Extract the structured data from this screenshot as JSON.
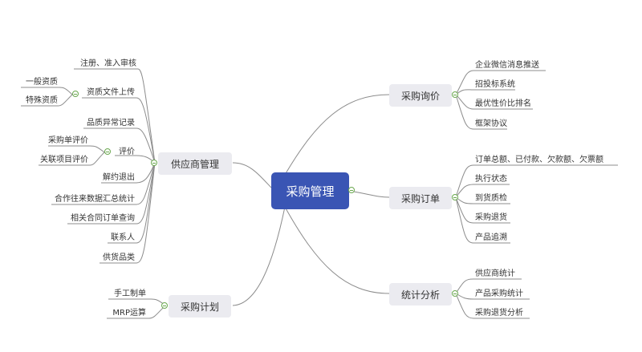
{
  "root": {
    "label": "采购管理"
  },
  "branches": {
    "supplier": {
      "label": "供应商管理",
      "children": [
        "注册、准入审核",
        "资质文件上传",
        "品质异常记录",
        "评价",
        "解约退出",
        "合作往来数据汇总统计",
        "相关合同订单查询",
        "联系人",
        "供货品类"
      ],
      "qualification_children": [
        "一般资质",
        "特殊资质"
      ],
      "evaluation_children": [
        "采购单评价",
        "关联项目评价"
      ]
    },
    "plan": {
      "label": "采购计划",
      "children": [
        "手工制单",
        "MRP运算"
      ]
    },
    "inquiry": {
      "label": "采购询价",
      "children": [
        "企业微信消息推送",
        "招投标系统",
        "最优性价比排名",
        "框架协议"
      ]
    },
    "order": {
      "label": "采购订单",
      "children": [
        "订单总额、已付款、欠款额、欠票额",
        "执行状态",
        "到货质检",
        "采购退货",
        "产品追溯"
      ]
    },
    "analysis": {
      "label": "统计分析",
      "children": [
        "供应商统计",
        "产品采购统计",
        "采购退货分析"
      ]
    }
  },
  "colors": {
    "root_fill": "#3a55b4",
    "branch_fill": "#ebebf0",
    "line": "#8c8c8c",
    "toggle": "#6aa84f"
  }
}
